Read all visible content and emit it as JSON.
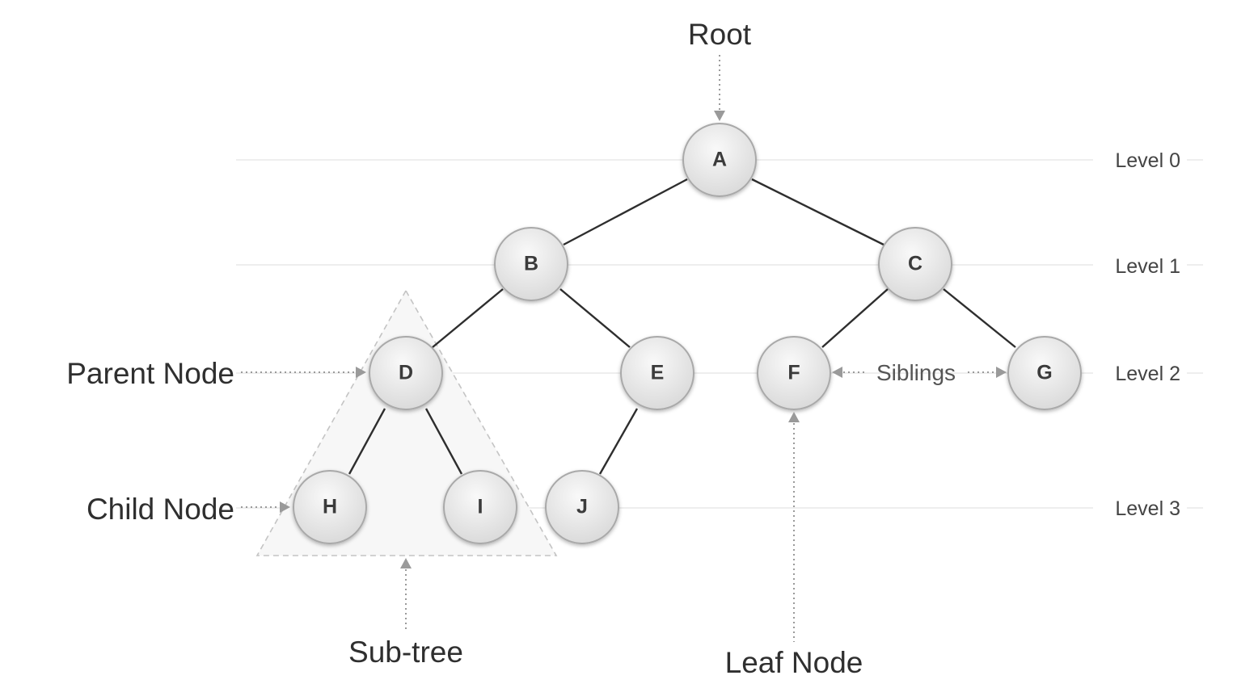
{
  "nodes": {
    "a": "A",
    "b": "B",
    "c": "C",
    "d": "D",
    "e": "E",
    "f": "F",
    "g": "G",
    "h": "H",
    "i": "I",
    "j": "J"
  },
  "edges": [
    [
      "A",
      "B"
    ],
    [
      "A",
      "C"
    ],
    [
      "B",
      "D"
    ],
    [
      "B",
      "E"
    ],
    [
      "C",
      "F"
    ],
    [
      "C",
      "G"
    ],
    [
      "D",
      "H"
    ],
    [
      "D",
      "I"
    ],
    [
      "E",
      "J"
    ]
  ],
  "levels": {
    "level0": "Level 0",
    "level1": "Level 1",
    "level2": "Level 2",
    "level3": "Level 3"
  },
  "annotations": {
    "root": "Root",
    "parent_node": "Parent Node",
    "child_node": "Child Node",
    "siblings": "Siblings",
    "sub_tree": "Sub-tree",
    "leaf_node": "Leaf Node"
  },
  "colors": {
    "edge": "#2e2e2e",
    "node_fill_light": "#f7f7f7",
    "node_fill_dark": "#dcdcdc",
    "node_border": "#a9a9a9",
    "pointer": "#9a9a9a",
    "level_line": "#e3e3e3"
  }
}
